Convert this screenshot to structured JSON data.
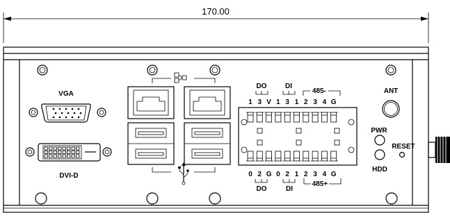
{
  "dimension": {
    "width_label": "170.00"
  },
  "labels": {
    "vga": "VGA",
    "dvi": "DVI-D",
    "ant": "ANT",
    "pwr": "PWR",
    "hdd": "HDD",
    "reset": "RESET"
  },
  "terminal_top": {
    "do_group": "DO",
    "di_group": "DI",
    "rs485_group": "485-",
    "pins": [
      "1",
      "3",
      "V",
      "1",
      "3",
      "1",
      "2",
      "3",
      "4",
      "G"
    ]
  },
  "terminal_bottom": {
    "do_group": "DO",
    "di_group": "DI",
    "rs485_group": "485+",
    "pins": [
      "0",
      "2",
      "G",
      "0",
      "2",
      "1",
      "2",
      "3",
      "4",
      "G"
    ]
  }
}
